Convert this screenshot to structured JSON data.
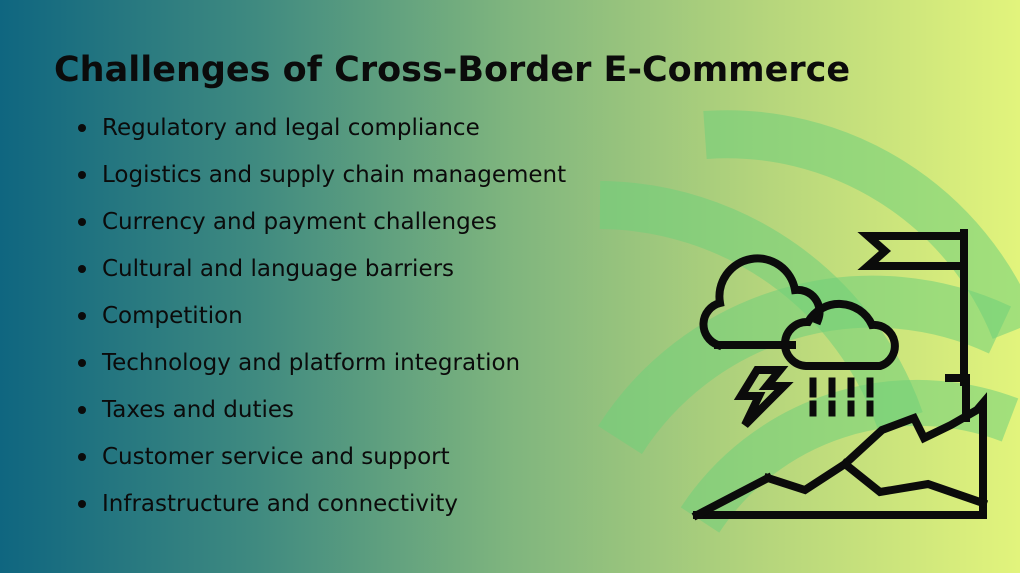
{
  "slide": {
    "title": "Challenges of Cross-Border E-Commerce",
    "items": [
      {
        "label": "Regulatory and legal compliance"
      },
      {
        "label": "Logistics and supply chain management"
      },
      {
        "label": "Currency and payment challenges"
      },
      {
        "label": "Cultural and language barriers"
      },
      {
        "label": "Competition"
      },
      {
        "label": "Technology and platform integration"
      },
      {
        "label": "Taxes and duties"
      },
      {
        "label": "Customer service and support"
      },
      {
        "label": "Infrastructure and connectivity"
      }
    ]
  },
  "colors": {
    "gradient_start": "#0f6680",
    "gradient_end": "#e2f47c",
    "text": "#0b0b0b",
    "arc_accent": "#6fd07a"
  },
  "illustration": {
    "icons": [
      "flag-icon",
      "cloud-icon",
      "lightning-icon",
      "rain-icon",
      "mountain-icon"
    ]
  }
}
